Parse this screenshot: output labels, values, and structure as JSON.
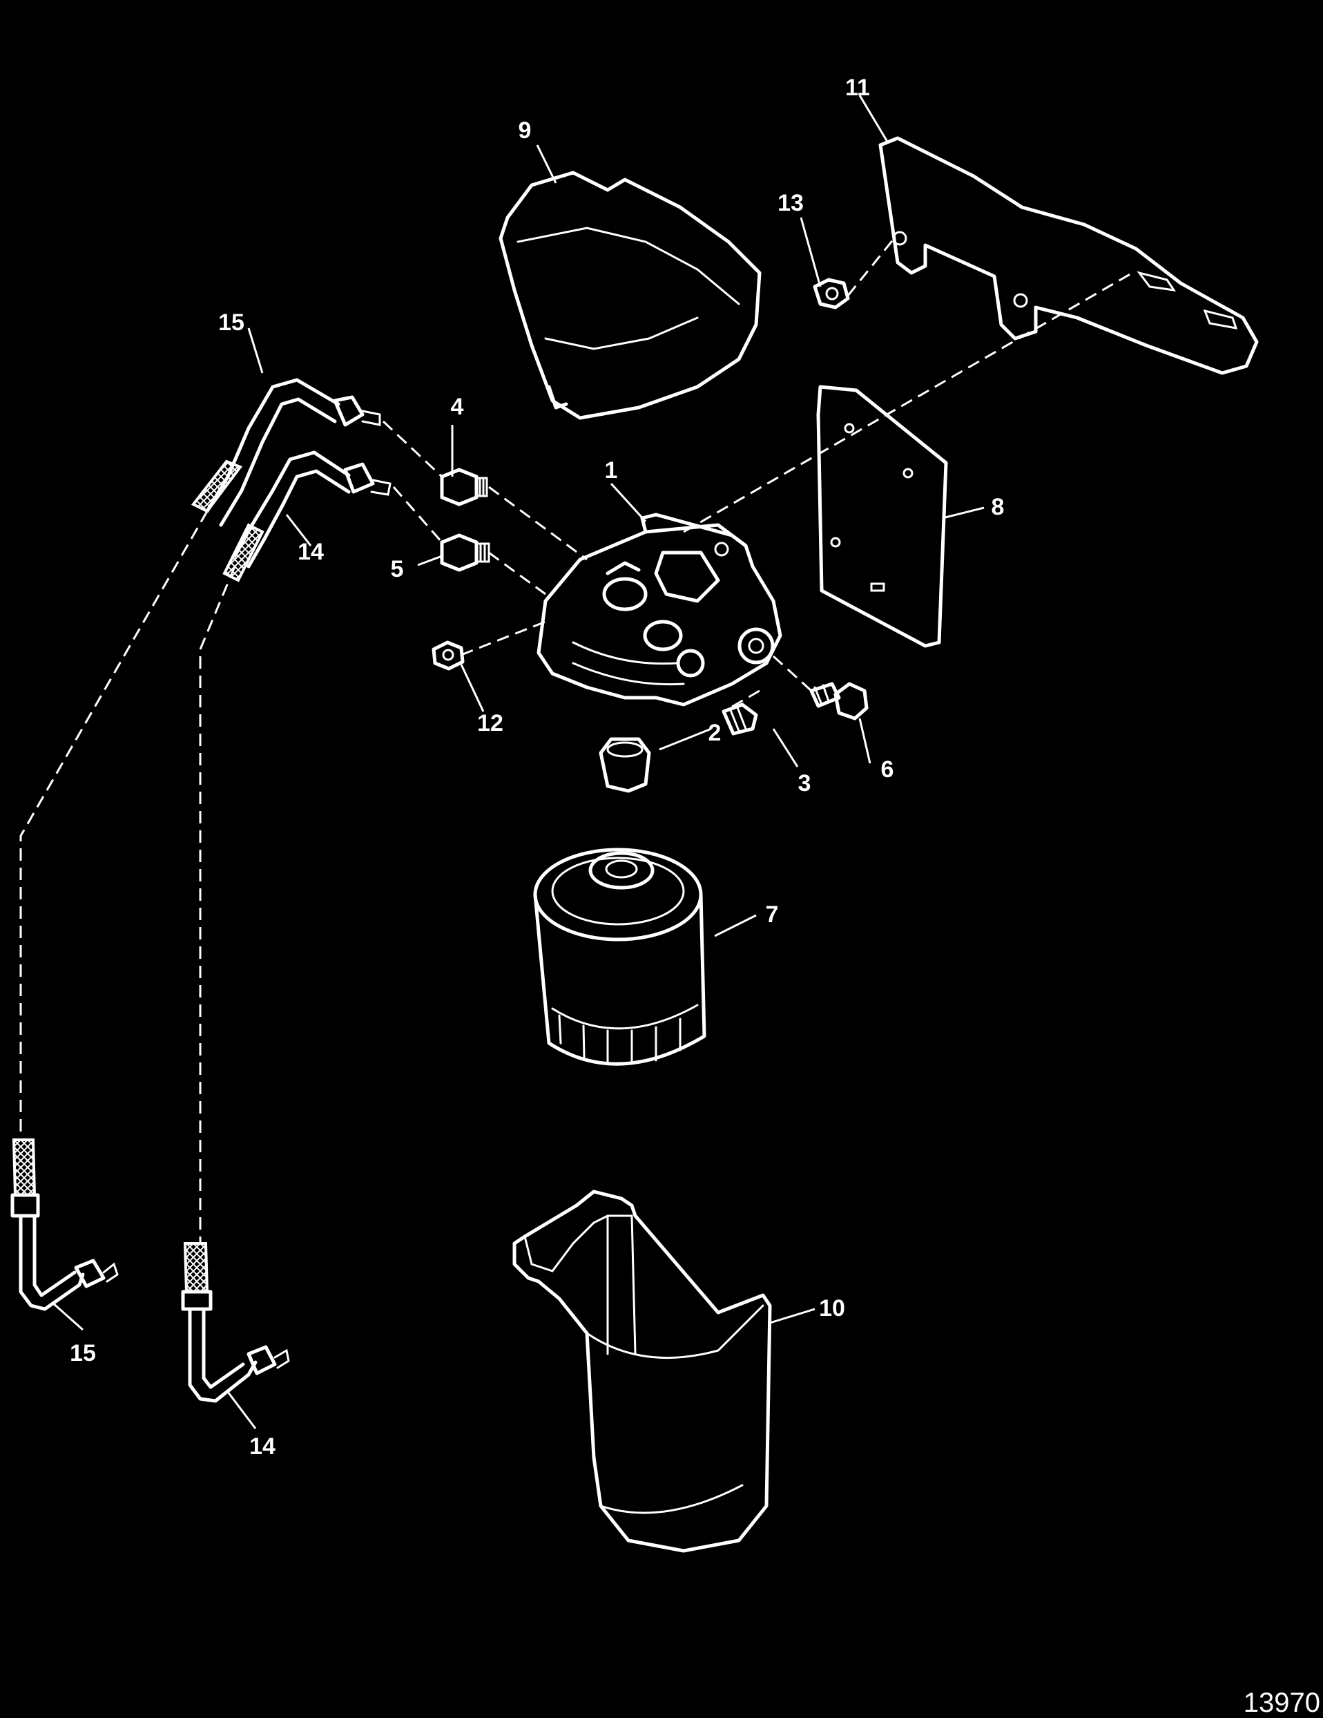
{
  "diagram": {
    "figure_id": "13970",
    "callouts": [
      {
        "number": "1"
      },
      {
        "number": "2"
      },
      {
        "number": "3"
      },
      {
        "number": "4"
      },
      {
        "number": "5"
      },
      {
        "number": "6"
      },
      {
        "number": "7"
      },
      {
        "number": "8"
      },
      {
        "number": "9"
      },
      {
        "number": "10"
      },
      {
        "number": "11"
      },
      {
        "number": "12"
      },
      {
        "number": "13"
      },
      {
        "number": "14"
      },
      {
        "number": "14"
      },
      {
        "number": "15"
      },
      {
        "number": "15"
      }
    ]
  },
  "colors": {
    "background": "#000000",
    "line": "#ffffff"
  }
}
